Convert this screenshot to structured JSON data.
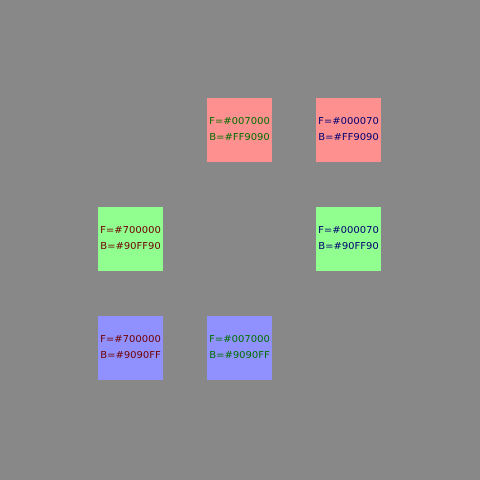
{
  "swatches": [
    {
      "fg_label": "F=#007000",
      "bg_label": "B=#FF9090",
      "fg": "#007000",
      "bg": "#FF9090"
    },
    {
      "fg_label": "F=#000070",
      "bg_label": "B=#FF9090",
      "fg": "#000070",
      "bg": "#FF9090"
    },
    {
      "fg_label": "F=#700000",
      "bg_label": "B=#90FF90",
      "fg": "#700000",
      "bg": "#90FF90"
    },
    {
      "fg_label": "F=#000070",
      "bg_label": "B=#90FF90",
      "fg": "#000070",
      "bg": "#90FF90"
    },
    {
      "fg_label": "F=#700000",
      "bg_label": "B=#9090FF",
      "fg": "#700000",
      "bg": "#9090FF"
    },
    {
      "fg_label": "F=#007000",
      "bg_label": "B=#9090FF",
      "fg": "#007000",
      "bg": "#9090FF"
    }
  ],
  "colors": {
    "background": "#888888"
  }
}
